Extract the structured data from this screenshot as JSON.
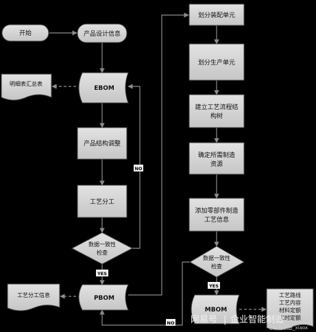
{
  "nodes": {
    "start": "开始",
    "product_design_info": "产品设计信息",
    "detail_summary": "明细表汇总表",
    "ebom": "EBOM",
    "structure_adjust": "产品结构调整",
    "process_division": "工艺分工",
    "consistency_check_left": [
      "数据一致性",
      "检查"
    ],
    "process_division_info": "工艺分工信息",
    "pbom": "PBOM",
    "assembly_unit": "划分装配单元",
    "production_unit": "划分生产单元",
    "process_tree": [
      "建立工艺流程结",
      "构树"
    ],
    "resources": [
      "确定所需制造",
      "资源"
    ],
    "part_process_info": [
      "添加零部件制造",
      "工艺信息"
    ],
    "consistency_check_right": [
      "数据一致性",
      "检查"
    ],
    "mbom": "MBOM",
    "route_doc": [
      "工艺路线",
      "工艺内容",
      "材料定额",
      "工时定额"
    ]
  },
  "edge_labels": {
    "no_left": "NO",
    "yes_left": "YES",
    "yes_right": "YES",
    "no_bottom": "NO"
  },
  "watermark": {
    "brand": "网易号",
    "divider": "|",
    "name": "企业智能制造",
    "small": "@智能制造_xiaox"
  },
  "colors": {
    "background": "#000000",
    "node_fill": "#d4d4d4",
    "node_stroke": "#444444",
    "edge": "#8c8c8c"
  }
}
